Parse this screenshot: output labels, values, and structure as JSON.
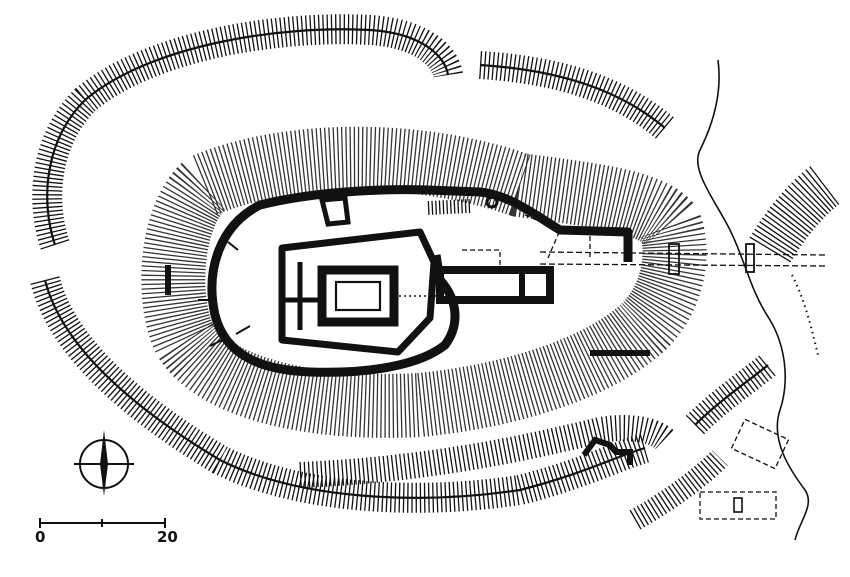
{
  "map": {
    "kind": "castle ground plan",
    "style": "black-and-white line drawing with hachured slopes",
    "ink_color": "#111111",
    "paper_color": "#ffffff",
    "north_arrow": {
      "icon": "north-arrow-icon"
    },
    "scale_bar": {
      "start_label": "0",
      "end_label": "20"
    }
  }
}
